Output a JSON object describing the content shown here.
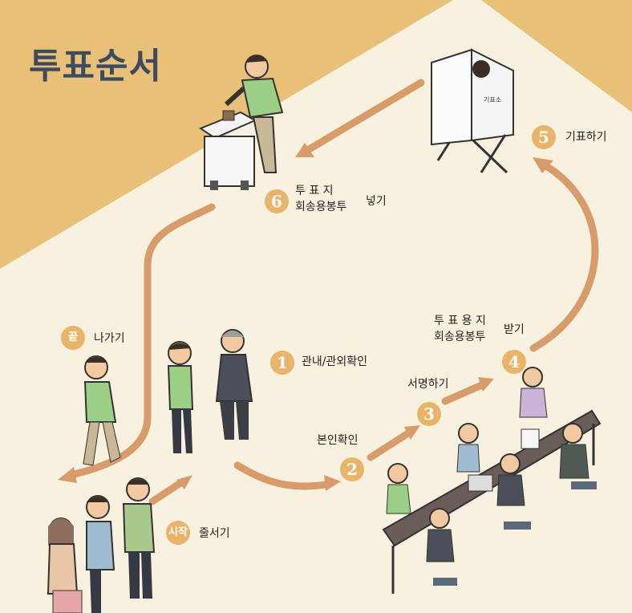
{
  "title": "투표순서",
  "colors": {
    "background": "#f8f1df",
    "top_band": "#e9c078",
    "arrow": "#d89b6a",
    "badge": "#e7b46a",
    "title_text": "#3e4a5f"
  },
  "steps": [
    {
      "badge": "시작",
      "label": "줄서기"
    },
    {
      "badge": "1",
      "label": "관내/관외확인"
    },
    {
      "badge": "2",
      "label": "본인확인"
    },
    {
      "badge": "3",
      "label": "서명하기"
    },
    {
      "badge": "4",
      "label_line1": "투 표 용 지",
      "label_line2": "회송용봉투",
      "label_suffix": "받기"
    },
    {
      "badge": "5",
      "label": "기표하기"
    },
    {
      "badge": "6",
      "label_line1": "투  표  지",
      "label_line2": "회송용봉투",
      "label_suffix": "넣기"
    },
    {
      "badge": "끝",
      "label": "나가기"
    }
  ],
  "booth_sign": "기표소"
}
